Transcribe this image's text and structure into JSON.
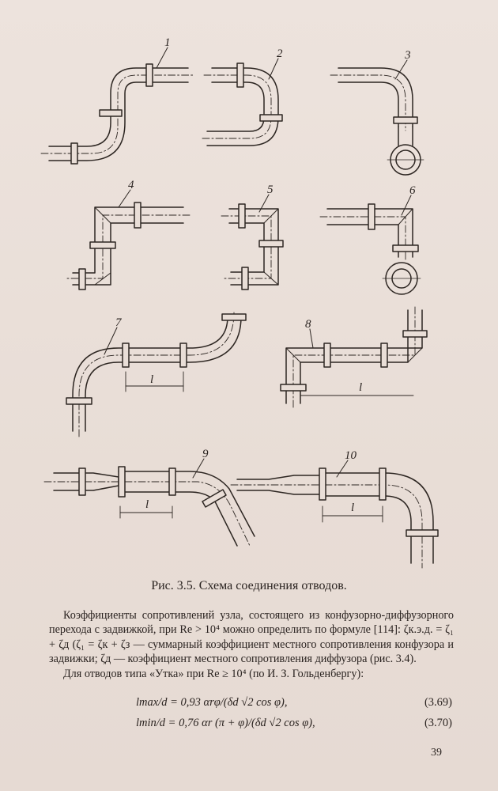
{
  "figure": {
    "labels": [
      "1",
      "2",
      "3",
      "4",
      "5",
      "6",
      "7",
      "8",
      "9",
      "10"
    ],
    "dimension_label": "l",
    "caption": "Рис. 3.5. Схема соединения отводов."
  },
  "text": {
    "paragraph1": "Коэффициенты сопротивлений узла, состоящего из конфузорно-диффузорного перехода с задвижкой, при Re > 10⁴ можно определить по формуле [114]: ζк.э.д. = ζ₁ + ζд (ζ₁ = ζк + ζз — суммарный коэффициент местного сопротивления конфузора и задвижки; ζд — коэффициент местного сопротивления диффузора (рис. 3.4).",
    "paragraph2": "Для отводов типа «Утка» при Re ≥ 10⁴ (по И. З. Гольденбергу):"
  },
  "formulas": [
    {
      "expr": "lmax/d = 0,93 αrφ/(δd √2 cos φ),",
      "number": "(3.69)"
    },
    {
      "expr": "lmin/d = 0,76 αr (π + φ)/(δd √2 cos φ),",
      "number": "(3.70)"
    }
  ],
  "page_number": "39"
}
